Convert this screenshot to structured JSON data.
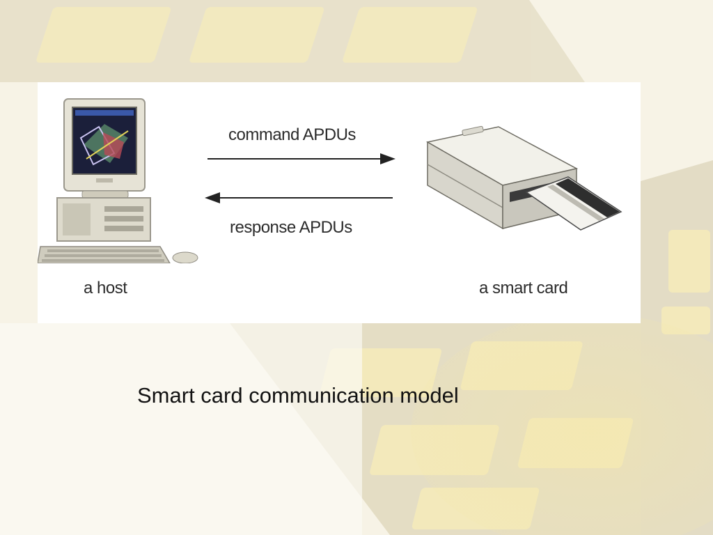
{
  "diagram": {
    "command_label": "command APDUs",
    "response_label": "response APDUs",
    "host_label": "a host",
    "card_label": "a smart card"
  },
  "caption": "Smart card communication model",
  "colors": {
    "background": "#f6f2e4",
    "chip_pattern": "#efe3a4",
    "film_strip": "#cfc9b4",
    "arrow": "#222222",
    "text": "#2b2b2b"
  },
  "icons": {
    "host": "desktop-computer-icon",
    "reader": "smart-card-reader-icon"
  }
}
